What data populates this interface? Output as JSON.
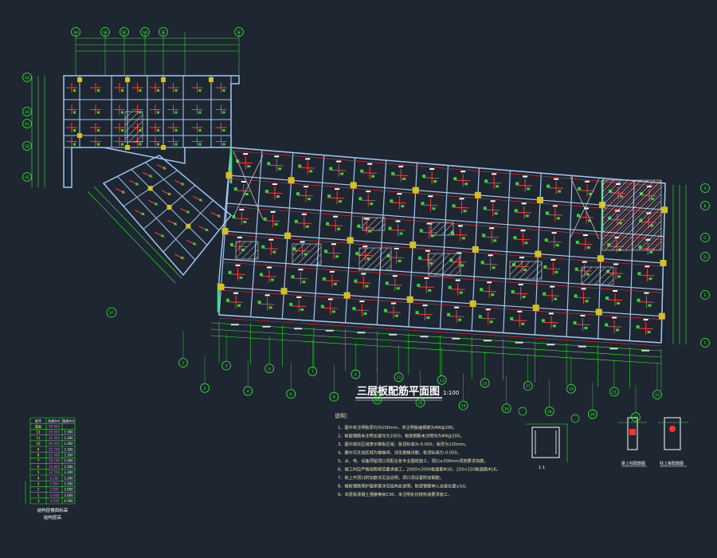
{
  "drawing": {
    "title": "三层板配筋平面图",
    "scale": "1:100",
    "notes_heading": "说明：",
    "notes": [
      "1、图中未注明板厚均为100mm，未注明板面钢筋为Φ8@200。",
      "2、板面钢筋未注明长度均为1000，板底钢筋未注明均为Φ8@200。",
      "3、图中填充区域表示降板区域，板顶标高为-0.050，板厚为120mm。",
      "4、图中交叉线区域为楼梯间，详见楼梯详图，板顶标高为-0.050。",
      "5、水、电、设备预留洞口须配合各专业图纸施工，洞口≥300mm须按要求加筋。",
      "6、施工时应严格按照规范要求施工，2000×2000板面筋Φ16，150×150板面筋Φ16。",
      "7、板上开洞口附加筋详见总说明，洞口须设置附加钢筋。",
      "8、楼板钢筋保护层厚度详见结构总说明，板底钢筋伸入支座长度≥5d。",
      "9、本层板混凝土强度等级C30，未注明处均按构造要求施工。"
    ],
    "floor_table": {
      "header": [
        "层号",
        "标高(m)",
        "层高(m)"
      ],
      "rows": [
        [
          "屋面",
          "38.950",
          ""
        ],
        [
          "12",
          "35.650",
          "3.300"
        ],
        [
          "11",
          "32.350",
          "3.300"
        ],
        [
          "10",
          "29.050",
          "3.300"
        ],
        [
          "9",
          "25.750",
          "3.300"
        ],
        [
          "8",
          "22.450",
          "3.300"
        ],
        [
          "7",
          "19.150",
          "3.300"
        ],
        [
          "6",
          "15.850",
          "3.300"
        ],
        [
          "5",
          "12.550",
          "3.300"
        ],
        [
          "4",
          "9.250",
          "3.300"
        ],
        [
          "3",
          "5.950",
          "3.300"
        ],
        [
          "2",
          "2.950",
          "3.000"
        ],
        [
          "1",
          "-0.050",
          "3.000"
        ],
        [
          "-1",
          "-4.550",
          "4.500"
        ]
      ],
      "caption_1": "结构层楼面标高",
      "caption_2": "结构层高"
    },
    "details": [
      {
        "label": "1-1"
      },
      {
        "label": "梁上柱配筋图"
      },
      {
        "label": "柱上板配筋图"
      }
    ],
    "axes_top": [
      "1A",
      "1B",
      "1C",
      "1D",
      "1E",
      "1F"
    ],
    "axes_left": [
      "1A",
      "1B",
      "1C",
      "1D",
      "1E"
    ],
    "axes_bottom": [
      "1",
      "2",
      "3",
      "4",
      "5",
      "6",
      "7",
      "8",
      "9",
      "10",
      "11",
      "12",
      "13",
      "14",
      "15",
      "16",
      "17",
      "18",
      "19",
      "20",
      "21",
      "22",
      "23"
    ],
    "axes_right": [
      "A",
      "B",
      "C",
      "D",
      "E",
      "F"
    ],
    "colors": {
      "background": "#1e2632",
      "dimension": "#33ee33",
      "wall": "#9ec6ee",
      "beam": "#ff2a2a",
      "rebar": "#ff3b3b",
      "rebar_mark": "#37d437",
      "column": "#d4c021",
      "text": "#e8e2b0",
      "hatch": "#d8d8d8",
      "table_line": "#2fe02f",
      "table_text": "#ffffff"
    }
  }
}
